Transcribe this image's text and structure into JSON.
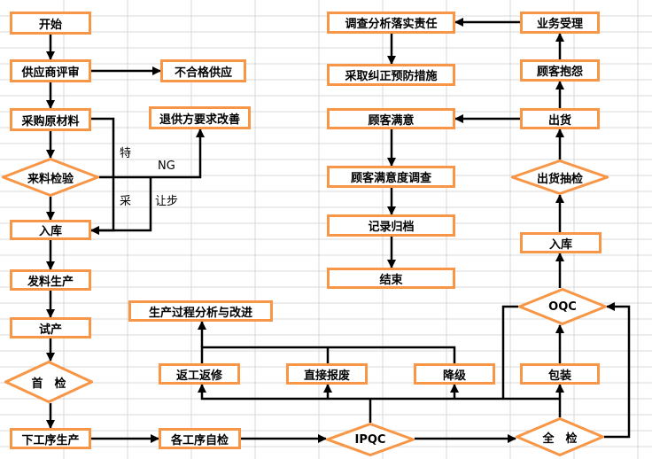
{
  "nodes": {
    "start": "开始",
    "supplier_review": "供应商评审",
    "unqualified_supply": "不合格供应",
    "purchase_materials": "采购原材料",
    "supplier_improvement": "退供方要求改善",
    "incoming_inspection": "来料检验",
    "warehouse_in_1": "入库",
    "issue_materials": "发料生产",
    "trial_production": "试产",
    "first_inspection": "首　检",
    "line_production": "下工序生产",
    "process_self_check": "各工序自检",
    "ipqc": "IPQC",
    "full_inspection": "全　检",
    "rework": "返工返修",
    "direct_scrap": "直接报废",
    "downgrade": "降级",
    "process_analysis": "生产过程分析与改进",
    "packaging": "包装",
    "oqc": "OQC",
    "warehouse_in_2": "入库",
    "shipment_sampling": "出货抽检",
    "shipment": "出货",
    "customer_complaint": "顾客抱怨",
    "business_acceptance": "业务受理",
    "investigate_responsibility": "调查分析落实责任",
    "corrective_preventive": "采取纠正预防措施",
    "customer_satisfaction": "顾客满意",
    "satisfaction_survey": "顾客满意度调查",
    "record_archive": "记录归档",
    "end": "结束"
  },
  "labels": {
    "ng": "NG",
    "special_1": "特",
    "special_2": "采",
    "concession": "让步"
  },
  "colors": {
    "node_border": "#f79646",
    "arrow": "#000000",
    "grid": "#d9d9d9"
  }
}
